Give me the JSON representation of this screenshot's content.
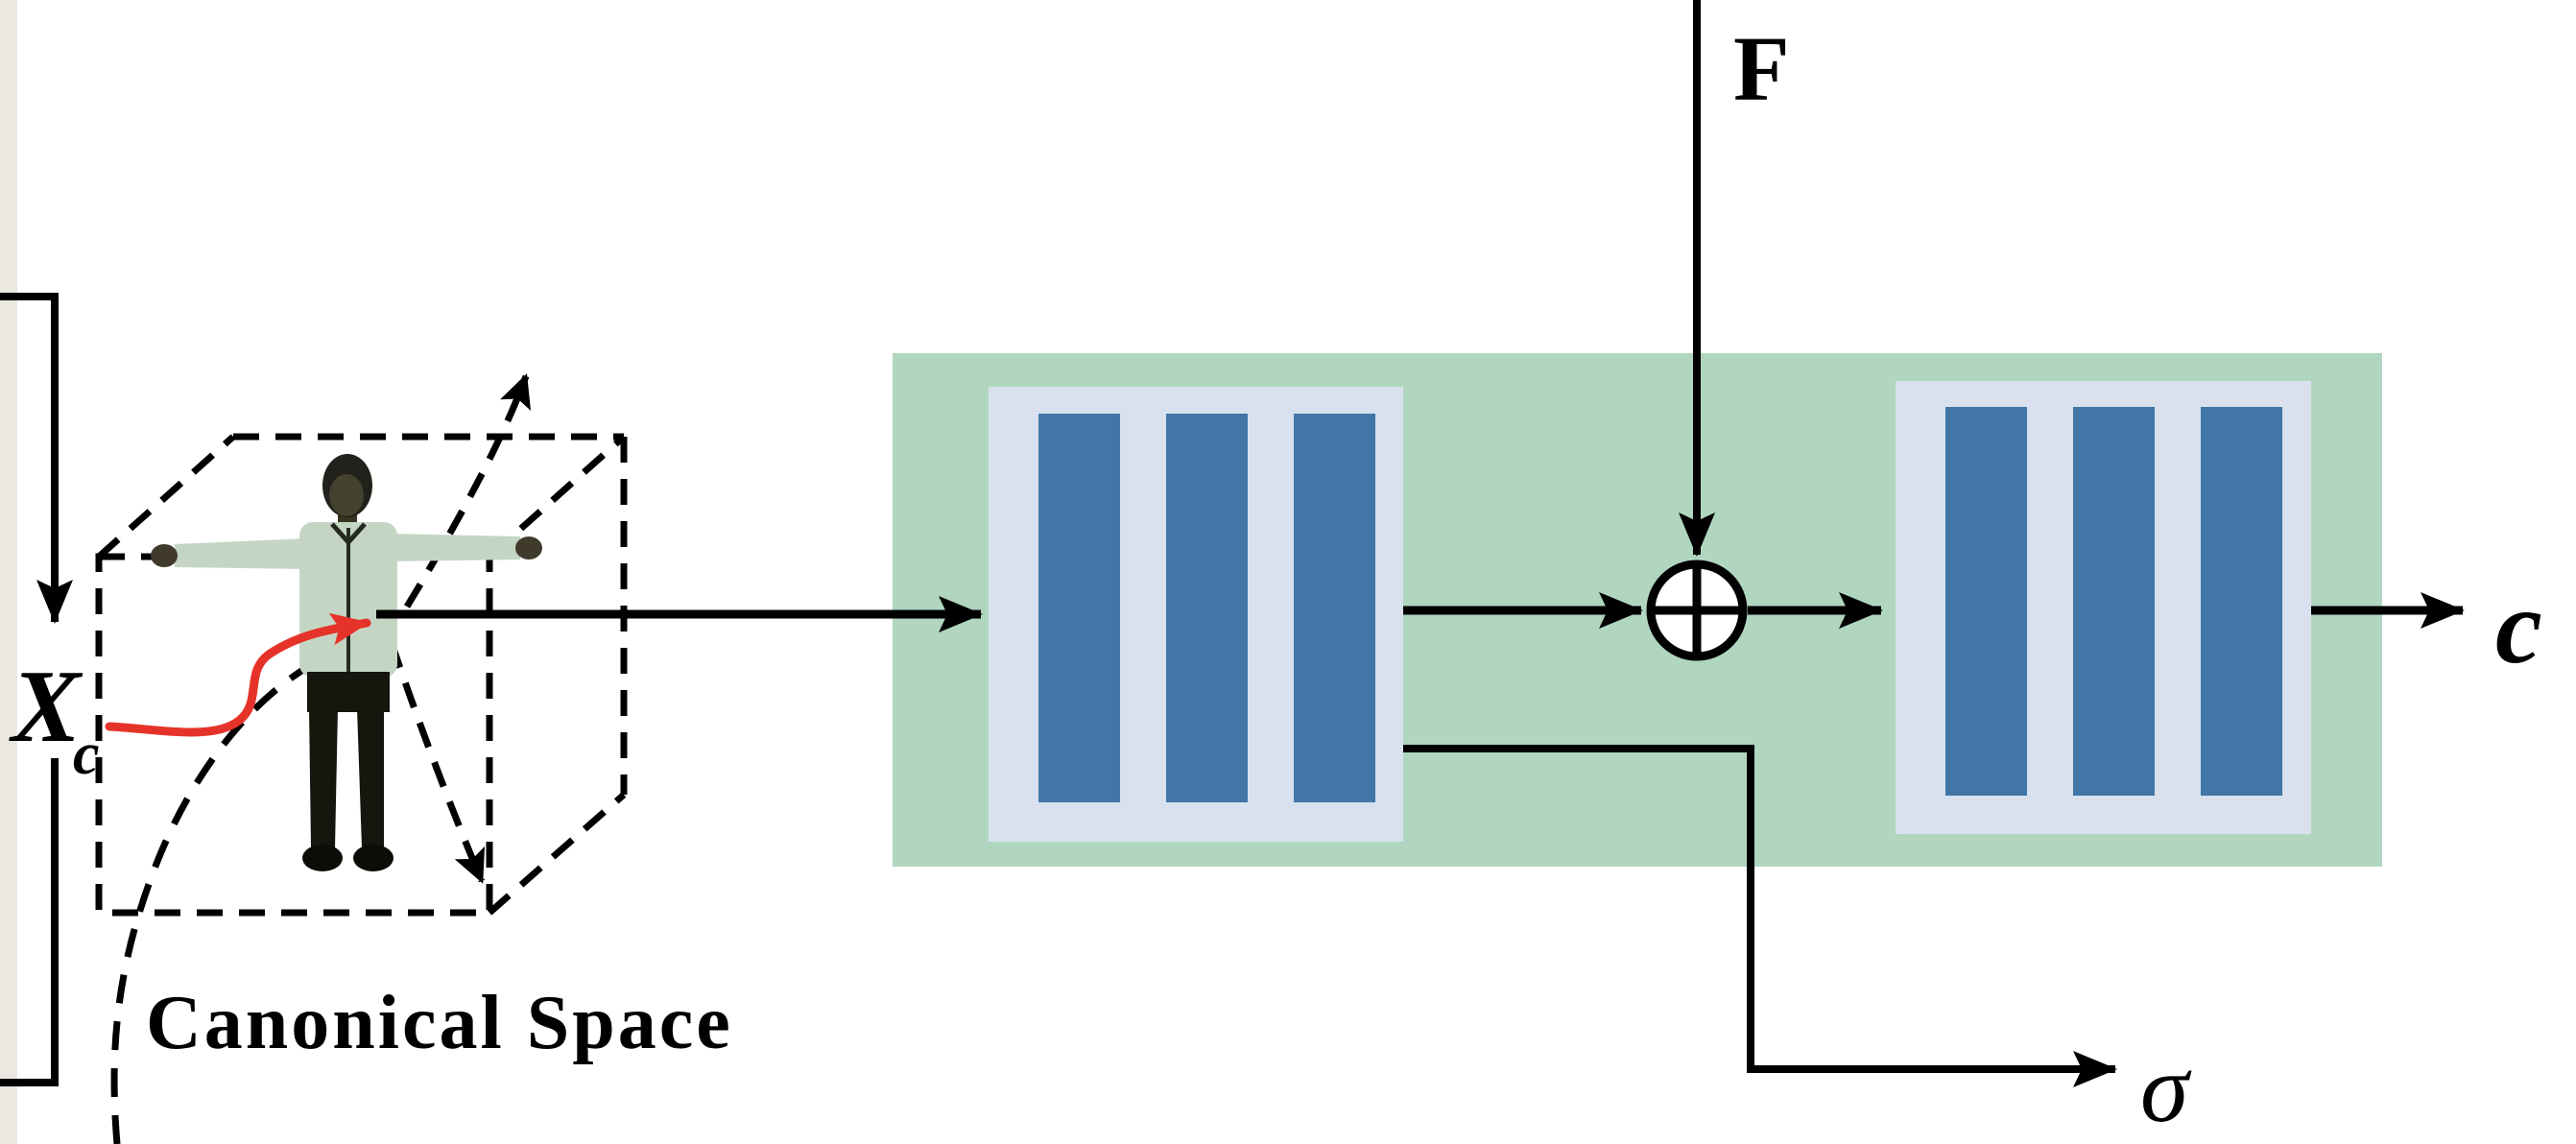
{
  "figure": {
    "canonical_space": {
      "caption": "Canonical Space",
      "point_label": "X",
      "point_label_subscript": "c"
    },
    "network": {
      "input_feature_label": "F",
      "merge_symbol": "⊕",
      "blocks": [
        {
          "name": "mlp-block-1",
          "layers": 3
        },
        {
          "name": "mlp-block-2",
          "layers": 3
        }
      ],
      "output_color_label": "c",
      "output_density_label": "σ"
    },
    "colors": {
      "panel_green": "#b1d6c0",
      "block_background": "#d8e1ed",
      "layer_bar_blue": "#4176a6",
      "arrow_red": "#e63329",
      "side_strip_gray": "#ebe7e1",
      "line_black": "#000000"
    }
  }
}
